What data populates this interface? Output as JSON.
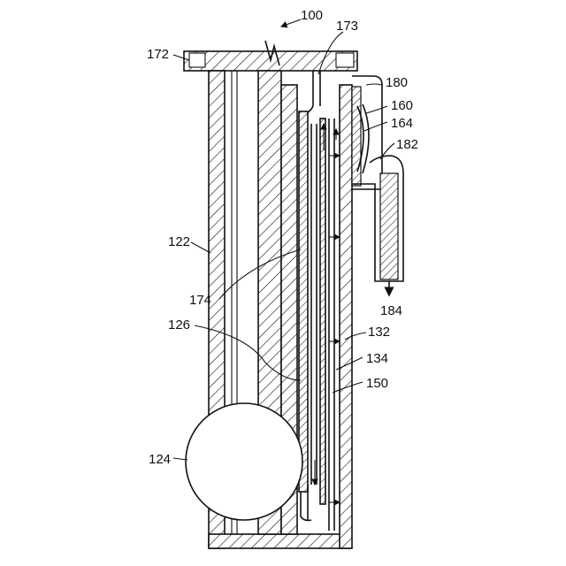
{
  "figure": {
    "reference_labels": {
      "assembly": "100",
      "top_plate": "172",
      "inlet_tube": "173",
      "bracket": "180",
      "seal_a": "160",
      "seal_b": "164",
      "outlet_fitting": "182",
      "outer_wall": "122",
      "inner_conduit": "174",
      "inner_wall": "126",
      "float_ball": "124",
      "outlet_flow": "184",
      "channel_a": "132",
      "channel_b": "134",
      "channel_c": "150"
    },
    "colors": {
      "ink": "#111111",
      "paper": "#ffffff"
    }
  }
}
